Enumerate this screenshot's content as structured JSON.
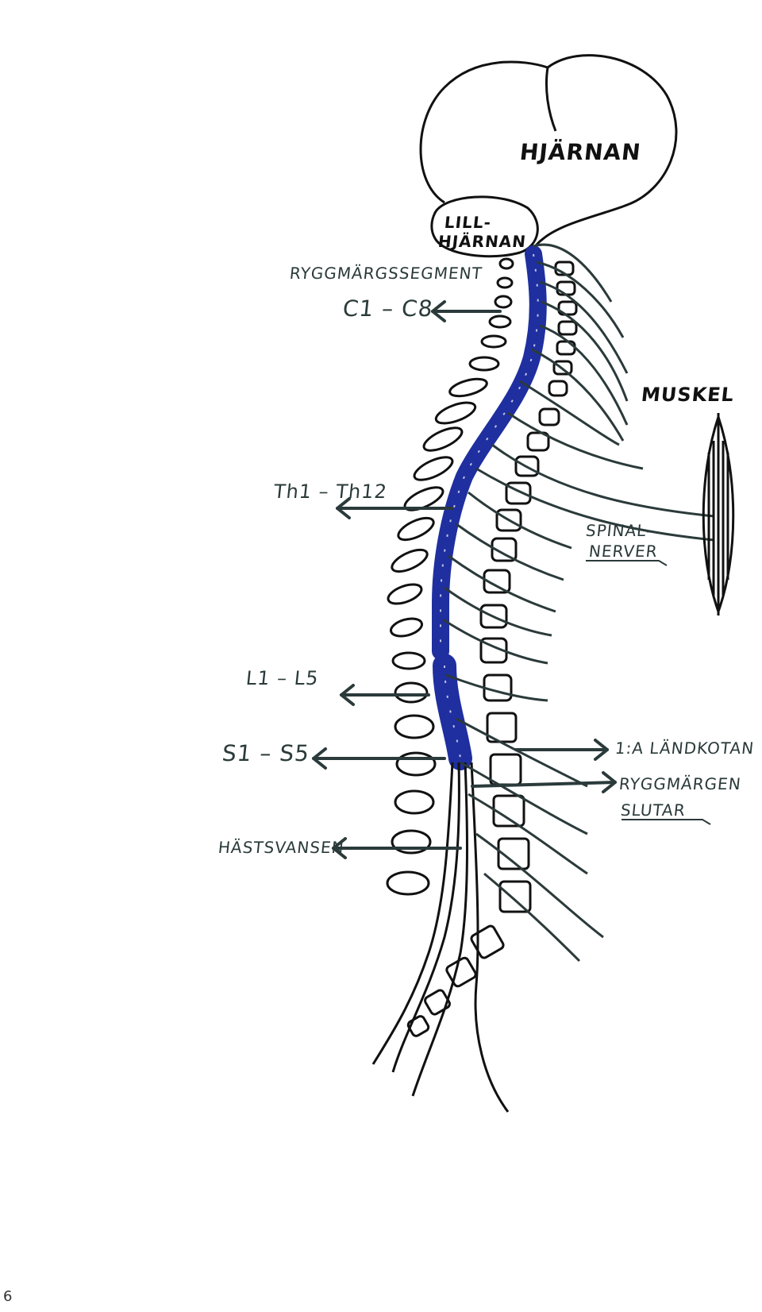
{
  "colors": {
    "ink": "#111111",
    "nerve_ink": "#2b3a3a",
    "spinal_cord": "#1f2fa0",
    "background": "#ffffff"
  },
  "labels": {
    "brain": "HJÄRNAN",
    "cerebellum_line1": "LILL-",
    "cerebellum_line2": "HJÄRNAN",
    "segment_heading": "RYGGMÄRGSSEGMENT",
    "cervical": "C1 – C8",
    "thoracic": "Th1 – Th12",
    "lumbar": "L1 – L5",
    "sacral": "S1 – S5",
    "cauda_equina": "HÄSTSVANSEN",
    "muscle": "MUSKEL",
    "spinal_nerves_line1": "SPINAL-",
    "spinal_nerves_line2": "NERVER",
    "first_lumbar_vertebra": "1:A LÄNDKOTAN",
    "cord_ends_line1": "RYGGMÄRGEN",
    "cord_ends_line2": "SLUTAR"
  },
  "page_number": "6"
}
